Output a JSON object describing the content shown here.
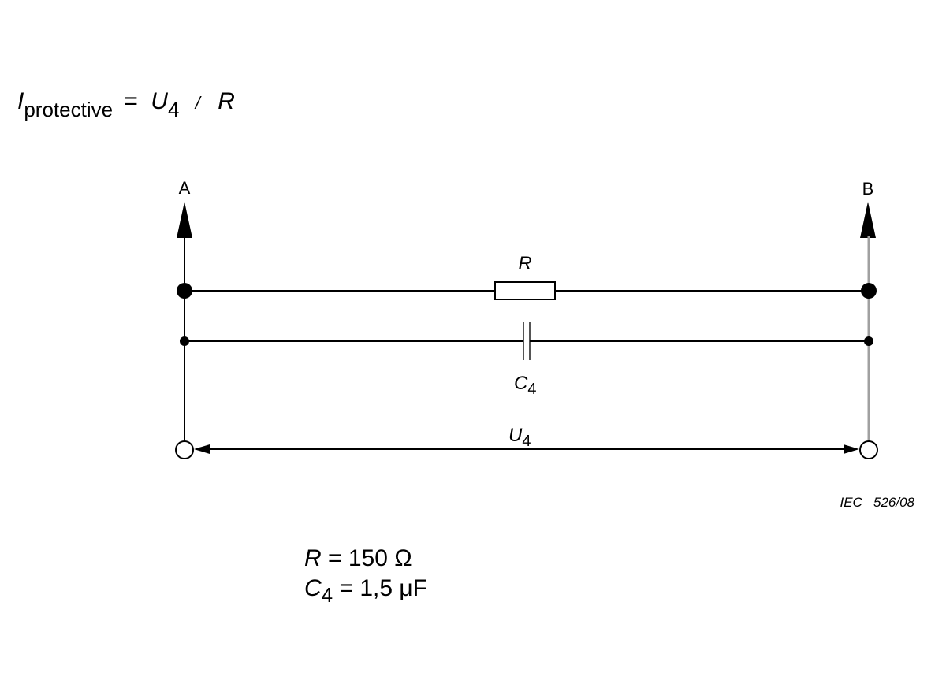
{
  "formula": {
    "lhs_var": "I",
    "lhs_sub": "protective",
    "equals": "=",
    "num_var": "U",
    "num_sub": "4",
    "slash": "/",
    "den_var": "R"
  },
  "circuit": {
    "terminal_a": "A",
    "terminal_b": "B",
    "resistor_label": "R",
    "capacitor_label_var": "C",
    "capacitor_label_sub": "4",
    "voltage_label_var": "U",
    "voltage_label_sub": "4"
  },
  "figure_ref": "IEC   526/08",
  "values": {
    "r_var": "R",
    "r_value": "= 150 Ω",
    "c_var": "C",
    "c_sub": "4",
    "c_value": "= 1,5 μF"
  }
}
